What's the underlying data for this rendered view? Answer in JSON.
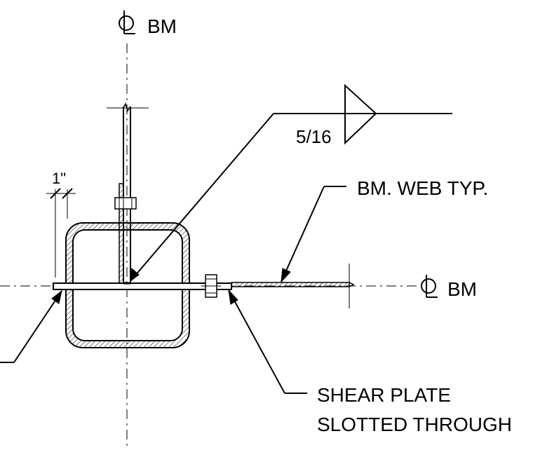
{
  "labels": {
    "cl_top": "BM",
    "cl_right": "BM",
    "weld_size": "5/16",
    "dimension": "1\"",
    "web_note": "BM. WEB TYP.",
    "plate_note_line1": "SHEAR PLATE",
    "plate_note_line2": "SLOTTED THROUGH"
  },
  "symbols": {
    "centerline": "centerline-symbol",
    "weld": "fillet-weld-symbol"
  },
  "colors": {
    "ink": "#000000",
    "background": "#ffffff"
  }
}
